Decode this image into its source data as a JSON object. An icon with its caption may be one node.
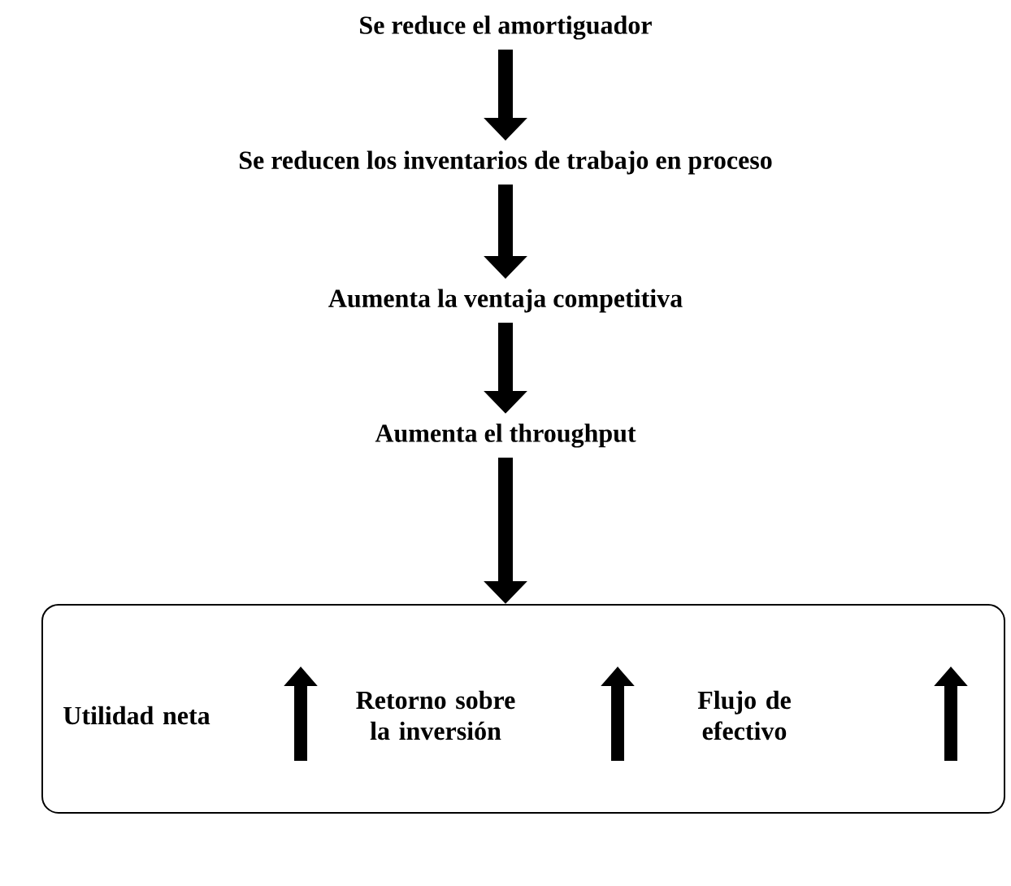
{
  "diagram": {
    "nodes": [
      {
        "text": [
          "Se reduce el amortiguador"
        ]
      },
      {
        "text": [
          "Se reducen los inventarios de trabajo en proceso"
        ]
      },
      {
        "text": [
          "Aumenta la ventaja competitiva"
        ]
      },
      {
        "text": [
          "Aumenta el throughput"
        ]
      },
      {
        "text": [],
        "shape": "box"
      },
      {
        "text": [
          "Utilidad neta"
        ],
        "in": 4
      },
      {
        "text": [
          "Retorno sobre la inversión"
        ],
        "in": 4
      },
      {
        "text": [
          "Flujo de efectivo"
        ],
        "in": 4
      }
    ],
    "edges": [
      {
        "from": 0,
        "to": 1,
        "arrow": "to"
      },
      {
        "from": 1,
        "to": 2,
        "arrow": "to"
      },
      {
        "from": 2,
        "to": 3,
        "arrow": "to"
      },
      {
        "from": 3,
        "to": 4,
        "arrow": "to"
      }
    ]
  }
}
